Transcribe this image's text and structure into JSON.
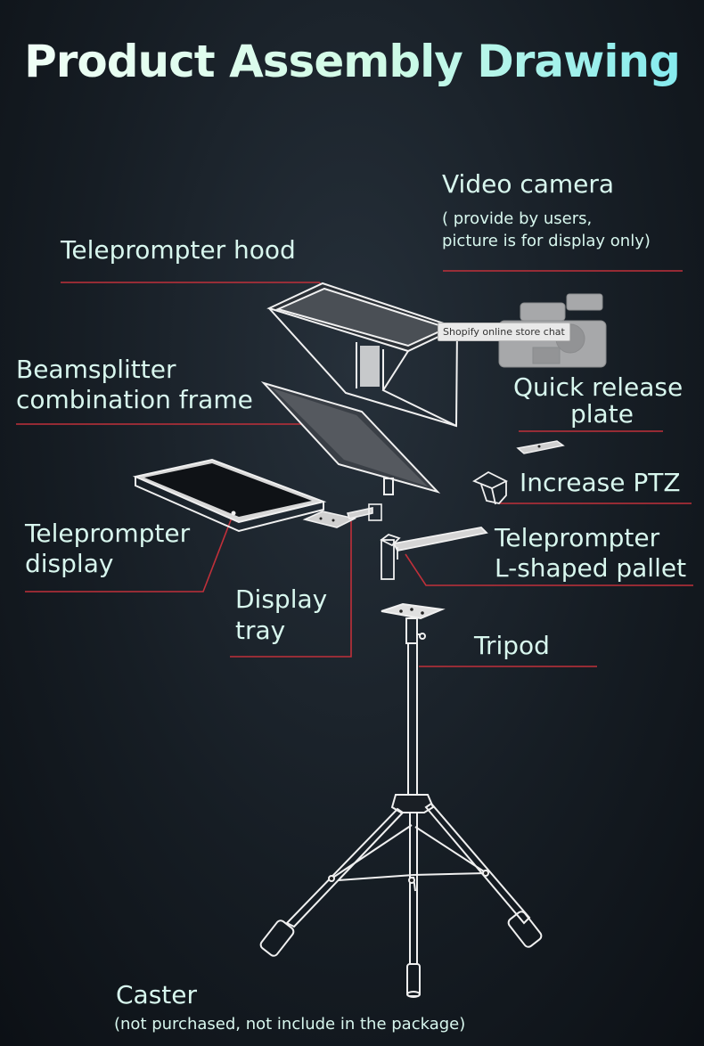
{
  "title": "Product Assembly Drawing",
  "labels": {
    "video_camera": "Video camera",
    "video_camera_note_1": "( provide by users,",
    "video_camera_note_2": "picture is for display only)",
    "hood": "Teleprompter hood",
    "beamsplitter_1": "Beamsplitter",
    "beamsplitter_2": "combination frame",
    "quick_release_1": "Quick release",
    "quick_release_2": "plate",
    "increase_ptz": "Increase PTZ",
    "display_1": "Teleprompter",
    "display_2": "display",
    "pallet_1": "Teleprompter",
    "pallet_2": "L-shaped pallet",
    "display_tray_1": "Display",
    "display_tray_2": "tray",
    "tripod": "Tripod",
    "caster": "Caster",
    "caster_note": "(not purchased, not include in the package)"
  },
  "tooltip": "Shopify online store chat",
  "colors": {
    "leader_line": "#c0303a",
    "label_text": "#d8f7ee",
    "line_art": "#f0f0f0"
  }
}
